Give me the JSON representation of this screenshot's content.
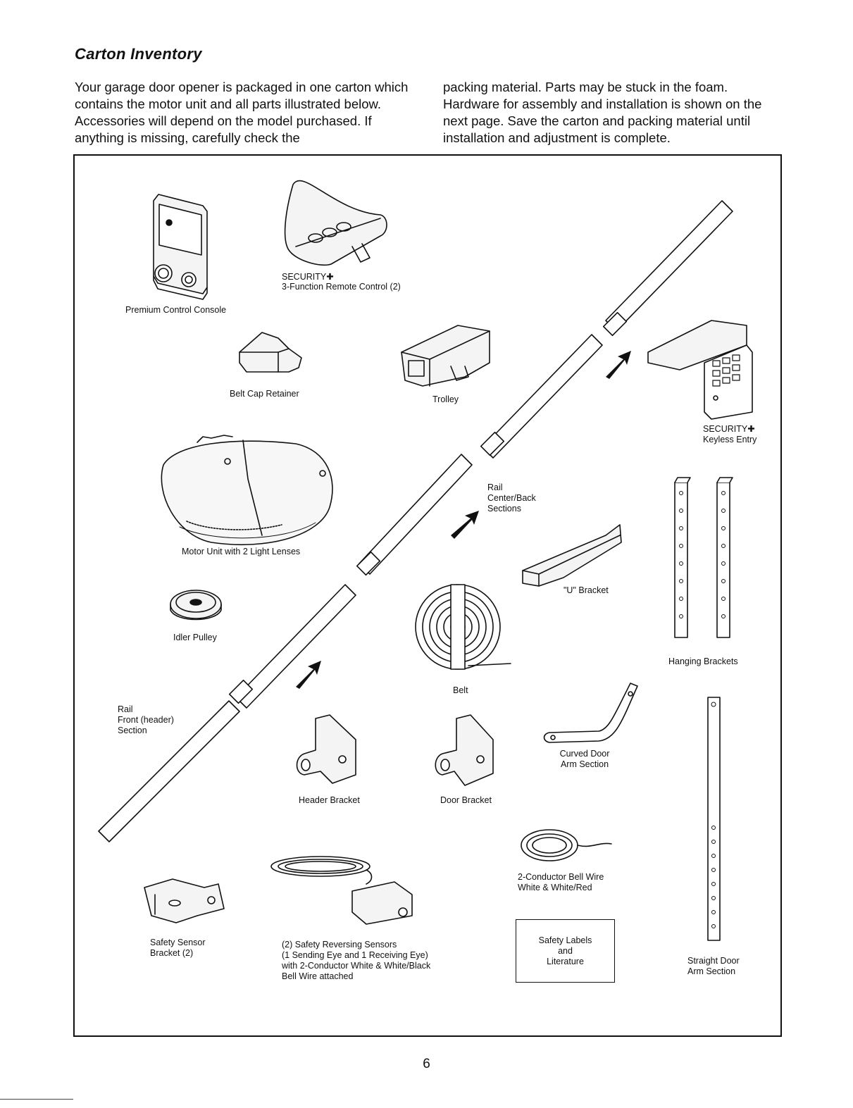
{
  "page": {
    "title": "Carton Inventory",
    "intro_left": "Your garage door opener is packaged in one carton which contains the motor unit and all parts illustrated below. Accessories will depend on the model purchased. If anything is missing, carefully check the",
    "intro_right": "packing material. Parts may be stuck in the foam. Hardware for assembly and installation is shown on the next page. Save the carton and packing material until installation and adjustment is complete.",
    "page_number": "6"
  },
  "parts": {
    "control_console": "Premium Control Console",
    "remote_brand": "SECURITY✚",
    "remote_desc": "3-Function Remote Control (2)",
    "belt_cap_retainer": "Belt Cap Retainer",
    "trolley": "Trolley",
    "keyless_brand": "SECURITY✚",
    "keyless_desc": "Keyless Entry",
    "motor_unit": "Motor Unit with 2 Light Lenses",
    "rail_center_back": "Rail\nCenter/Back\nSections",
    "u_bracket": "\"U\" Bracket",
    "idler_pulley": "Idler Pulley",
    "hanging_brackets": "Hanging Brackets",
    "belt": "Belt",
    "rail_front": "Rail\nFront (header)\nSection",
    "curved_arm": "Curved Door\nArm Section",
    "header_bracket": "Header Bracket",
    "door_bracket": "Door Bracket",
    "bell_wire": "2-Conductor Bell Wire\nWhite & White/Red",
    "sensor_bracket": "Safety Sensor\nBracket (2)",
    "reversing_sensors": "(2) Safety Reversing Sensors\n(1 Sending Eye and 1 Receiving Eye)\nwith 2-Conductor White & White/Black\nBell Wire attached",
    "safety_labels": "Safety Labels\nand\nLiterature",
    "straight_arm": "Straight Door\nArm Section"
  }
}
